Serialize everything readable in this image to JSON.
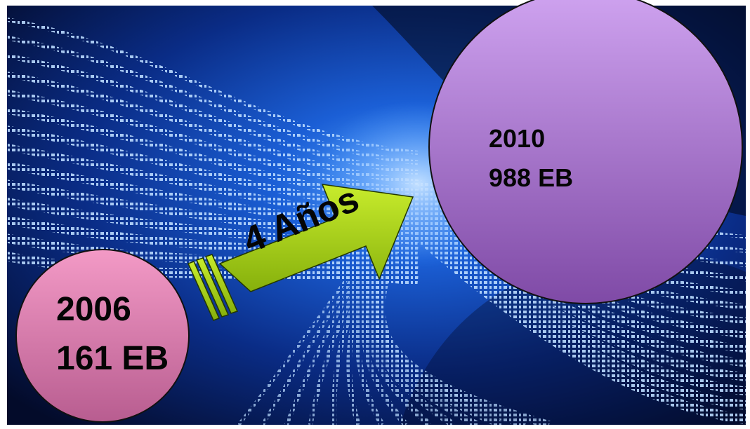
{
  "growth_diagram": {
    "start": {
      "year": "2006",
      "size": "161 EB",
      "color": "#d77fad"
    },
    "end": {
      "year": "2010",
      "size": "988 EB",
      "color": "#b27fdc"
    },
    "arrow": {
      "label": "4 Años",
      "color": "#9ac80d"
    },
    "background": {
      "colors": [
        "#000818",
        "#0a3aa8",
        "#4fa0ff"
      ]
    }
  }
}
